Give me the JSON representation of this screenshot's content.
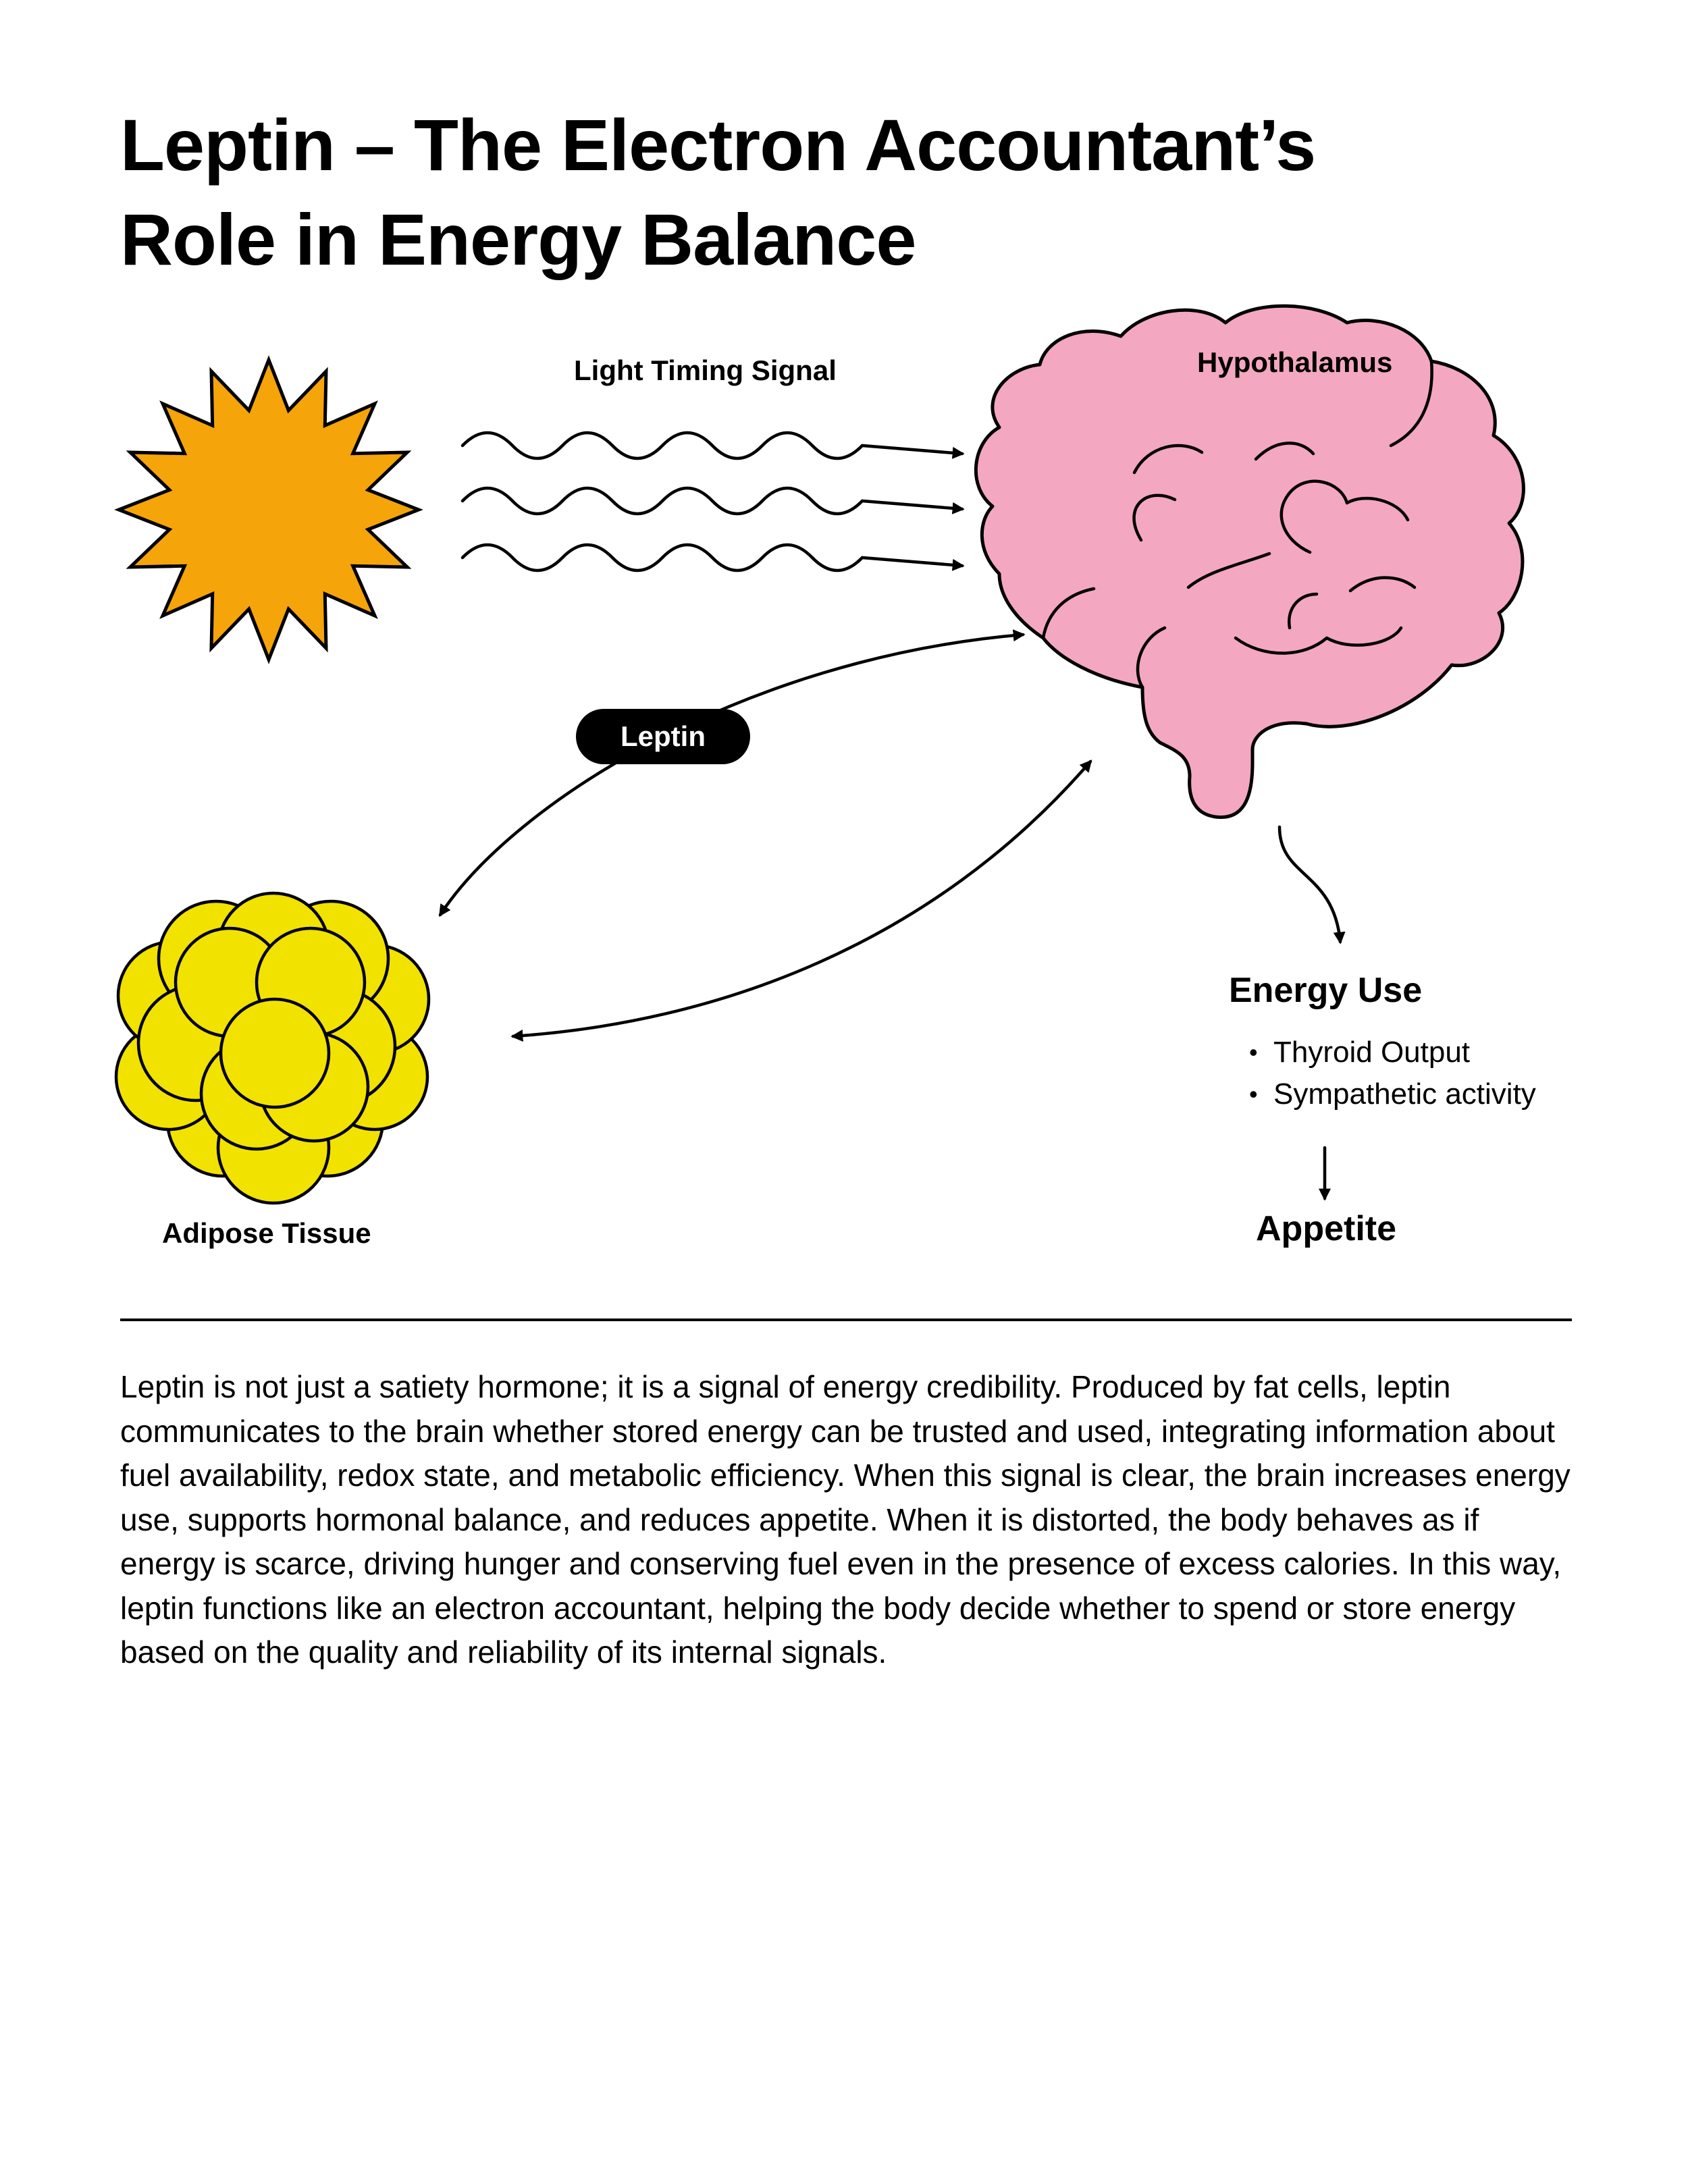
{
  "title": {
    "line1": "Leptin – The Electron Accountant’s",
    "line2": "Role in Energy Balance"
  },
  "diagram": {
    "light_signal_label": "Light Timing Signal",
    "hypothalamus_label": "Hypothalamus",
    "leptin_pill": "Leptin",
    "adipose_label": "Adipose Tissue",
    "energy_use_label": "Energy Use",
    "energy_use_items": [
      "Thyroid Output",
      "Sympathetic activity"
    ],
    "appetite_label": "Appetite",
    "icons": {
      "sun": "sun-icon",
      "brain": "brain-icon",
      "fat_cells": "fat-cells-icon"
    }
  },
  "body": {
    "paragraph": "Leptin is not just a satiety hormone; it is a signal of energy credibility. Produced by fat cells, leptin communicates to the brain whether stored energy can be trusted and used, integrating information about fuel availability, redox state, and metabolic efficiency. When this signal is clear, the brain increases energy use, supports hormonal balance, and reduces appetite. When it is distorted, the body behaves as if energy is scarce, driving hunger and conserving fuel even in the presence of excess calories. In this way, leptin functions like an electron accountant, helping the body decide whether to spend or store energy based on the quality and reliability of its internal signals."
  },
  "colors": {
    "sun": "#F5A40A",
    "brain": "#F4A7C0",
    "fat_cells": "#F2E200",
    "ink": "#000000",
    "background": "#FFFFFF"
  }
}
